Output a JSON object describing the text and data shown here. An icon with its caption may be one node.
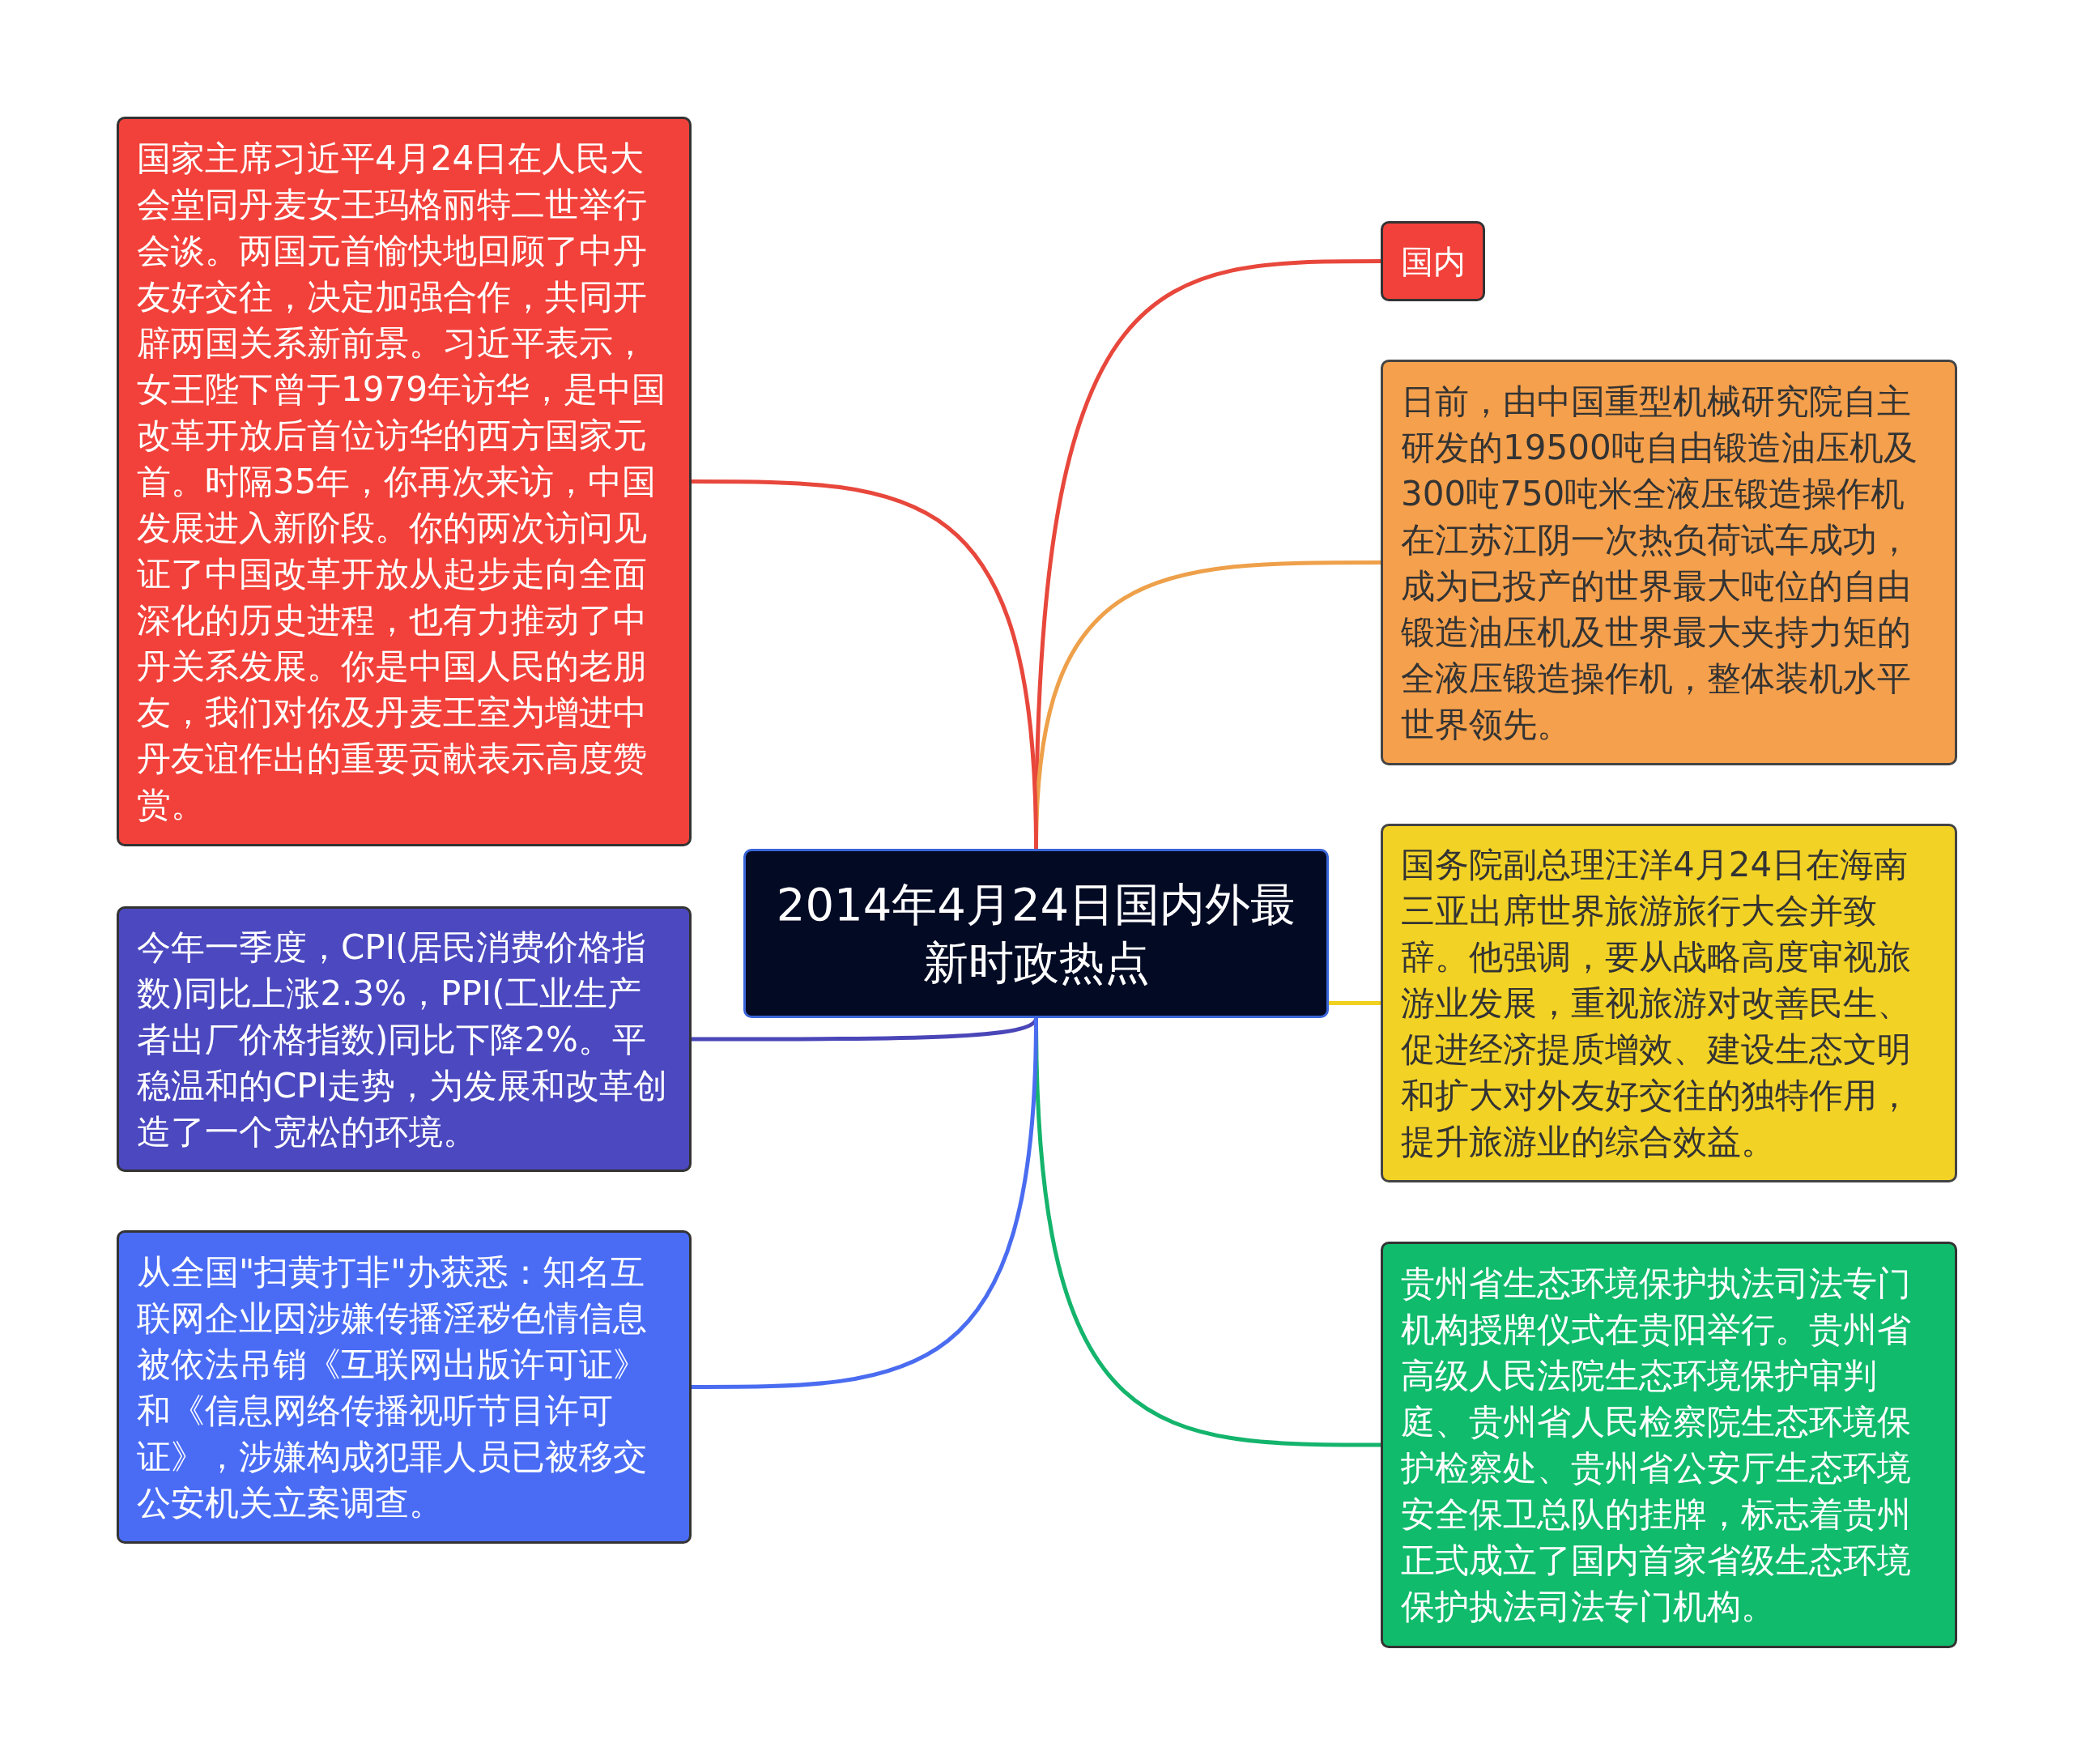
{
  "diagram": {
    "nodes": [
      {
        "text": [
          "2014年4月24日国内外最新时政热点"
        ]
      },
      {
        "text": [
          "国内"
        ]
      },
      {
        "text": [
          "日前，由中国重型机械研究院自主研发的19500吨自由锻造油压机及300吨750吨米全液压锻造操作机在江苏江阴一次热负荷试车成功，成为已投产的世界最大吨位的自由锻造油压机及世界最大夹持力矩的全液压锻造操作机，整体装机水平世界领先。"
        ]
      },
      {
        "text": [
          "国务院副总理汪洋4月24日在海南三亚出席世界旅游旅行大会并致辞。他强调，要从战略高度审视旅游业发展，重视旅游对改善民生、促进经济提质增效、建设生态文明和扩大对外友好交往的独特作用，提升旅游业的综合效益。"
        ]
      },
      {
        "text": [
          "贵州省生态环境保护执法司法专门机构授牌仪式在贵阳举行。贵州省高级人民法院生态环境保护审判庭、贵州省人民检察院生态环境保护检察处、贵州省公安厅生态环境安全保卫总队的挂牌，标志着贵州正式成立了国内首家省级生态环境保护执法司法专门机构。"
        ]
      },
      {
        "text": [
          "国家主席习近平4月24日在人民大会堂同丹麦女王玛格丽特二世举行会谈。两国元首愉快地回顾了中丹友好交往，决定加强合作，共同开辟两国关系新前景。习近平表示，女王陛下曾于1979年访华，是中国改革开放后首位访华的西方国家元首。时隔35年，你再次来访，中国发展进入新阶段。你的两次访问见证了中国改革开放从起步走向全面深化的历史进程，也有力推动了中丹关系发展。你是中国人民的老朋友，我们对你及丹麦王室为增进中丹友谊作出的重要贡献表示高度赞赏。"
        ]
      },
      {
        "text": [
          "今年一季度，CPI(居民消费价格指数)同比上涨2.3%，PPI(工业生产者出厂价格指数)同比下降2%。平稳温和的CPI走势，为发展和改革创造了一个宽松的环境。"
        ]
      },
      {
        "text": [
          "从全国\"扫黄打非\"办获悉：知名互联网企业因涉嫌传播淫秽色情信息被依法吊销《互联网出版许可证》和《信息网络传播视听节目许可证》，涉嫌构成犯罪人员已被移交公安机关立案调查。"
        ]
      }
    ],
    "edges": [
      {
        "from": 0,
        "to": 1,
        "arrow": "none",
        "color": "#e8473c"
      },
      {
        "from": 0,
        "to": 2,
        "arrow": "none",
        "color": "#eea04a"
      },
      {
        "from": 0,
        "to": 3,
        "arrow": "none",
        "color": "#f0d020"
      },
      {
        "from": 0,
        "to": 4,
        "arrow": "none",
        "color": "#14b46c"
      },
      {
        "from": 0,
        "to": 5,
        "arrow": "none",
        "color": "#e8473c"
      },
      {
        "from": 0,
        "to": 6,
        "arrow": "none",
        "color": "#4a46b8"
      },
      {
        "from": 0,
        "to": 7,
        "arrow": "none",
        "color": "#4a6cf0"
      }
    ]
  }
}
